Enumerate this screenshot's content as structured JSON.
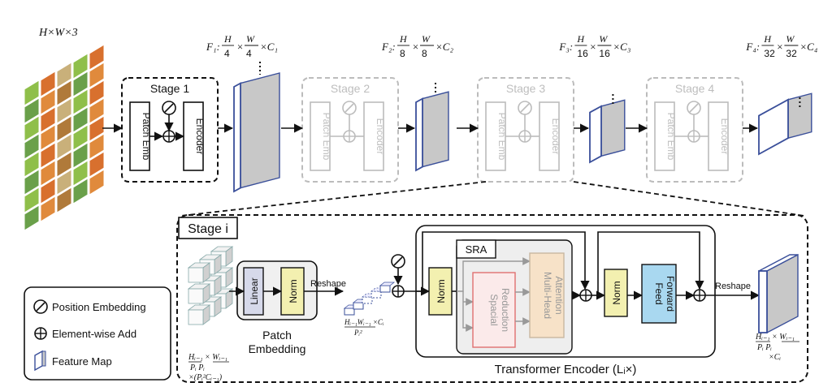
{
  "input": {
    "label": "H×W×3",
    "colors": [
      "#8fbf4a",
      "#b07a3a",
      "#d8702e",
      "#6aa04a",
      "#c9b07a",
      "#e08a3c"
    ]
  },
  "stages": [
    {
      "label": "Stage 1",
      "patch_emb": "Patch Emb",
      "encoder": "Encoder",
      "active": true
    },
    {
      "label": "Stage 2",
      "patch_emb": "Patch Emb",
      "encoder": "Encoder",
      "active": false
    },
    {
      "label": "Stage 3",
      "patch_emb": "Patch Emb",
      "encoder": "Encoder",
      "active": false
    },
    {
      "label": "Stage 4",
      "patch_emb": "Patch Emb",
      "encoder": "Encoder",
      "active": false
    }
  ],
  "features": [
    {
      "name": "F₁:",
      "h": "H",
      "hd": "4",
      "w": "W",
      "wd": "4",
      "c": "×C₁"
    },
    {
      "name": "F₂:",
      "h": "H",
      "hd": "8",
      "w": "W",
      "wd": "8",
      "c": "×C₂"
    },
    {
      "name": "F₃:",
      "h": "H",
      "hd": "16",
      "w": "W",
      "wd": "16",
      "c": "×C₃"
    },
    {
      "name": "F₄:",
      "h": "H",
      "hd": "32",
      "w": "W",
      "wd": "32",
      "c": "×C₄"
    }
  ],
  "detail": {
    "title": "Stage i",
    "linear": "Linear",
    "norm": "Norm",
    "patch_embedding_1": "Patch",
    "patch_embedding_2": "Embedding",
    "reshape_1": "Reshape",
    "reshape_2": "Reshape",
    "sra": "SRA",
    "spatial_1": "Spacial",
    "spatial_2": "Reduction",
    "mha_1": "Multi-Head",
    "mha_2": "Attention",
    "norm2": "Norm",
    "norm3": "Norm",
    "ff_1": "Feed",
    "ff_2": "Forward",
    "encoder_label": "Transformer Encoder (Lᵢ×)",
    "in_dim_1": "Hᵢ₋₁ × Wᵢ₋₁",
    "in_dim_2": "×(Pᵢ²Cᵢ₋₁)",
    "in_dim_pi": "Pᵢ     Pᵢ",
    "mid_dim": "Hᵢ₋₁Wᵢ₋₁ ×Cᵢ",
    "mid_dim_den": "Pᵢ²",
    "out_dim_1": "Hᵢ₋₁ × Wᵢ₋₁",
    "out_dim_pi": "Pᵢ     Pᵢ",
    "out_dim_2": "×Cᵢ"
  },
  "legend": {
    "position": "Position Embedding",
    "add": "Element-wise Add",
    "feature": "Feature Map"
  },
  "colors": {
    "linear": "#d6d9ea",
    "norm": "#f3f0b0",
    "spatial_fill": "#fbeaea",
    "spatial_stroke": "#e07070",
    "mha_fill": "#f7e2c8",
    "ff": "#a9d8f0",
    "cube_front": "#ffffff",
    "cube_side": "#d0d0d0",
    "map_blue": "#3a4f9a",
    "map_fill": "#c8c8c8",
    "sra_fill": "#eeeeee"
  }
}
